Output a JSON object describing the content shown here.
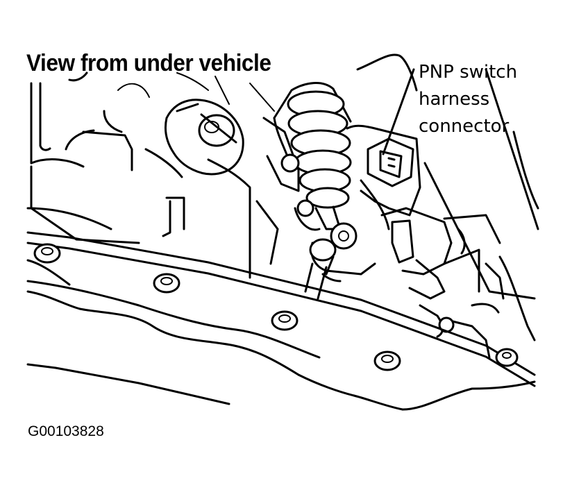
{
  "title": "View from under vehicle",
  "callout": {
    "lines": [
      "PNP switch",
      "harness",
      "connector"
    ]
  },
  "figure_id": "G00103828",
  "colors": {
    "ink": "#000000",
    "paper": "#ffffff"
  }
}
